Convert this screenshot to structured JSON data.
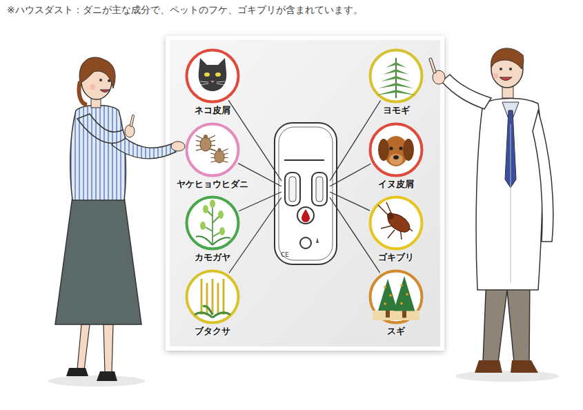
{
  "diagram": {
    "nodes": [
      {
        "text": [
          "ネコ皮屑"
        ]
      },
      {
        "text": [
          "ヤケヒョウヒダニ"
        ]
      },
      {
        "text": [
          "カモガヤ"
        ]
      },
      {
        "text": [
          "ブタクサ"
        ]
      },
      {
        "text": [
          "ヨモギ"
        ]
      },
      {
        "text": [
          "イヌ皮屑"
        ]
      },
      {
        "text": [
          "ゴキブリ"
        ]
      },
      {
        "text": [
          "スギ"
        ]
      }
    ],
    "labels": [
      "※ハウスダスト：ダニが主な成分で、ペットのフケ、ゴキブリが含まれています。",
      "CE"
    ]
  }
}
